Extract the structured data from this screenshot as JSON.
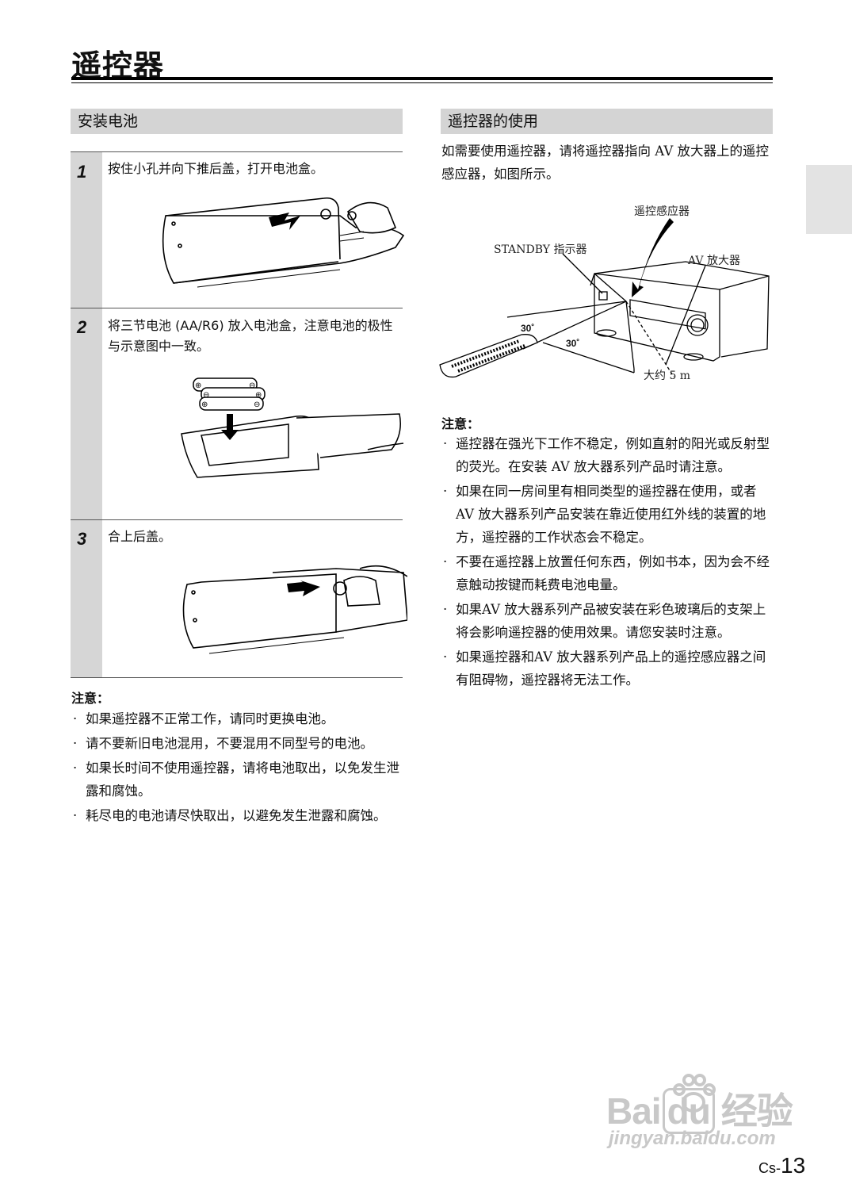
{
  "page": {
    "title": "遥控器",
    "page_prefix": "Cs-",
    "page_number": "13"
  },
  "left": {
    "heading": "安装电池",
    "steps": [
      {
        "num": "1",
        "text": "按住小孔并向下推后盖，打开电池盒。"
      },
      {
        "num": "2",
        "text": "将三节电池 (AA/R6) 放入电池盒，注意电池的极性与示意图中一致。"
      },
      {
        "num": "3",
        "text": "合上后盖。"
      }
    ],
    "notes_title": "注意：",
    "notes": [
      "如果遥控器不正常工作，请同时更换电池。",
      "请不要新旧电池混用，不要混用不同型号的电池。",
      "如果长时间不使用遥控器，请将电池取出，以免发生泄露和腐蚀。",
      "耗尽电的电池请尽快取出，以避免发生泄露和腐蚀。"
    ]
  },
  "right": {
    "heading": "遥控器的使用",
    "intro": "如需要使用遥控器，请将遥控器指向 AV 放大器上的遥控感应器，如图所示。",
    "diagram": {
      "sensor_label": "遥控感应器",
      "standby_label": "STANDBY 指示器",
      "amp_label": "AV 放大器",
      "angle_left": "30˚",
      "angle_right": "30˚",
      "distance_label": "大约 5 m"
    },
    "notes_title": "注意：",
    "notes": [
      "遥控器在强光下工作不稳定，例如直射的阳光或反射型的荧光。在安装 AV 放大器系列产品时请注意。",
      "如果在同一房间里有相同类型的遥控器在使用，或者 AV 放大器系列产品安装在靠近使用红外线的装置的地方，遥控器的工作状态会不稳定。",
      "不要在遥控器上放置任何东西，例如书本，因为会不经意触动按键而耗费电池电量。",
      "如果AV 放大器系列产品被安装在彩色玻璃后的支架上将会影响遥控器的使用效果。请您安装时注意。",
      "如果遥控器和AV 放大器系列产品上的遥控感应器之间有阻碍物，遥控器将无法工作。"
    ]
  },
  "watermark": {
    "brand": "Bai",
    "brand_tail": "du",
    "cn": "经验",
    "url": "jingyan.baidu.com"
  }
}
